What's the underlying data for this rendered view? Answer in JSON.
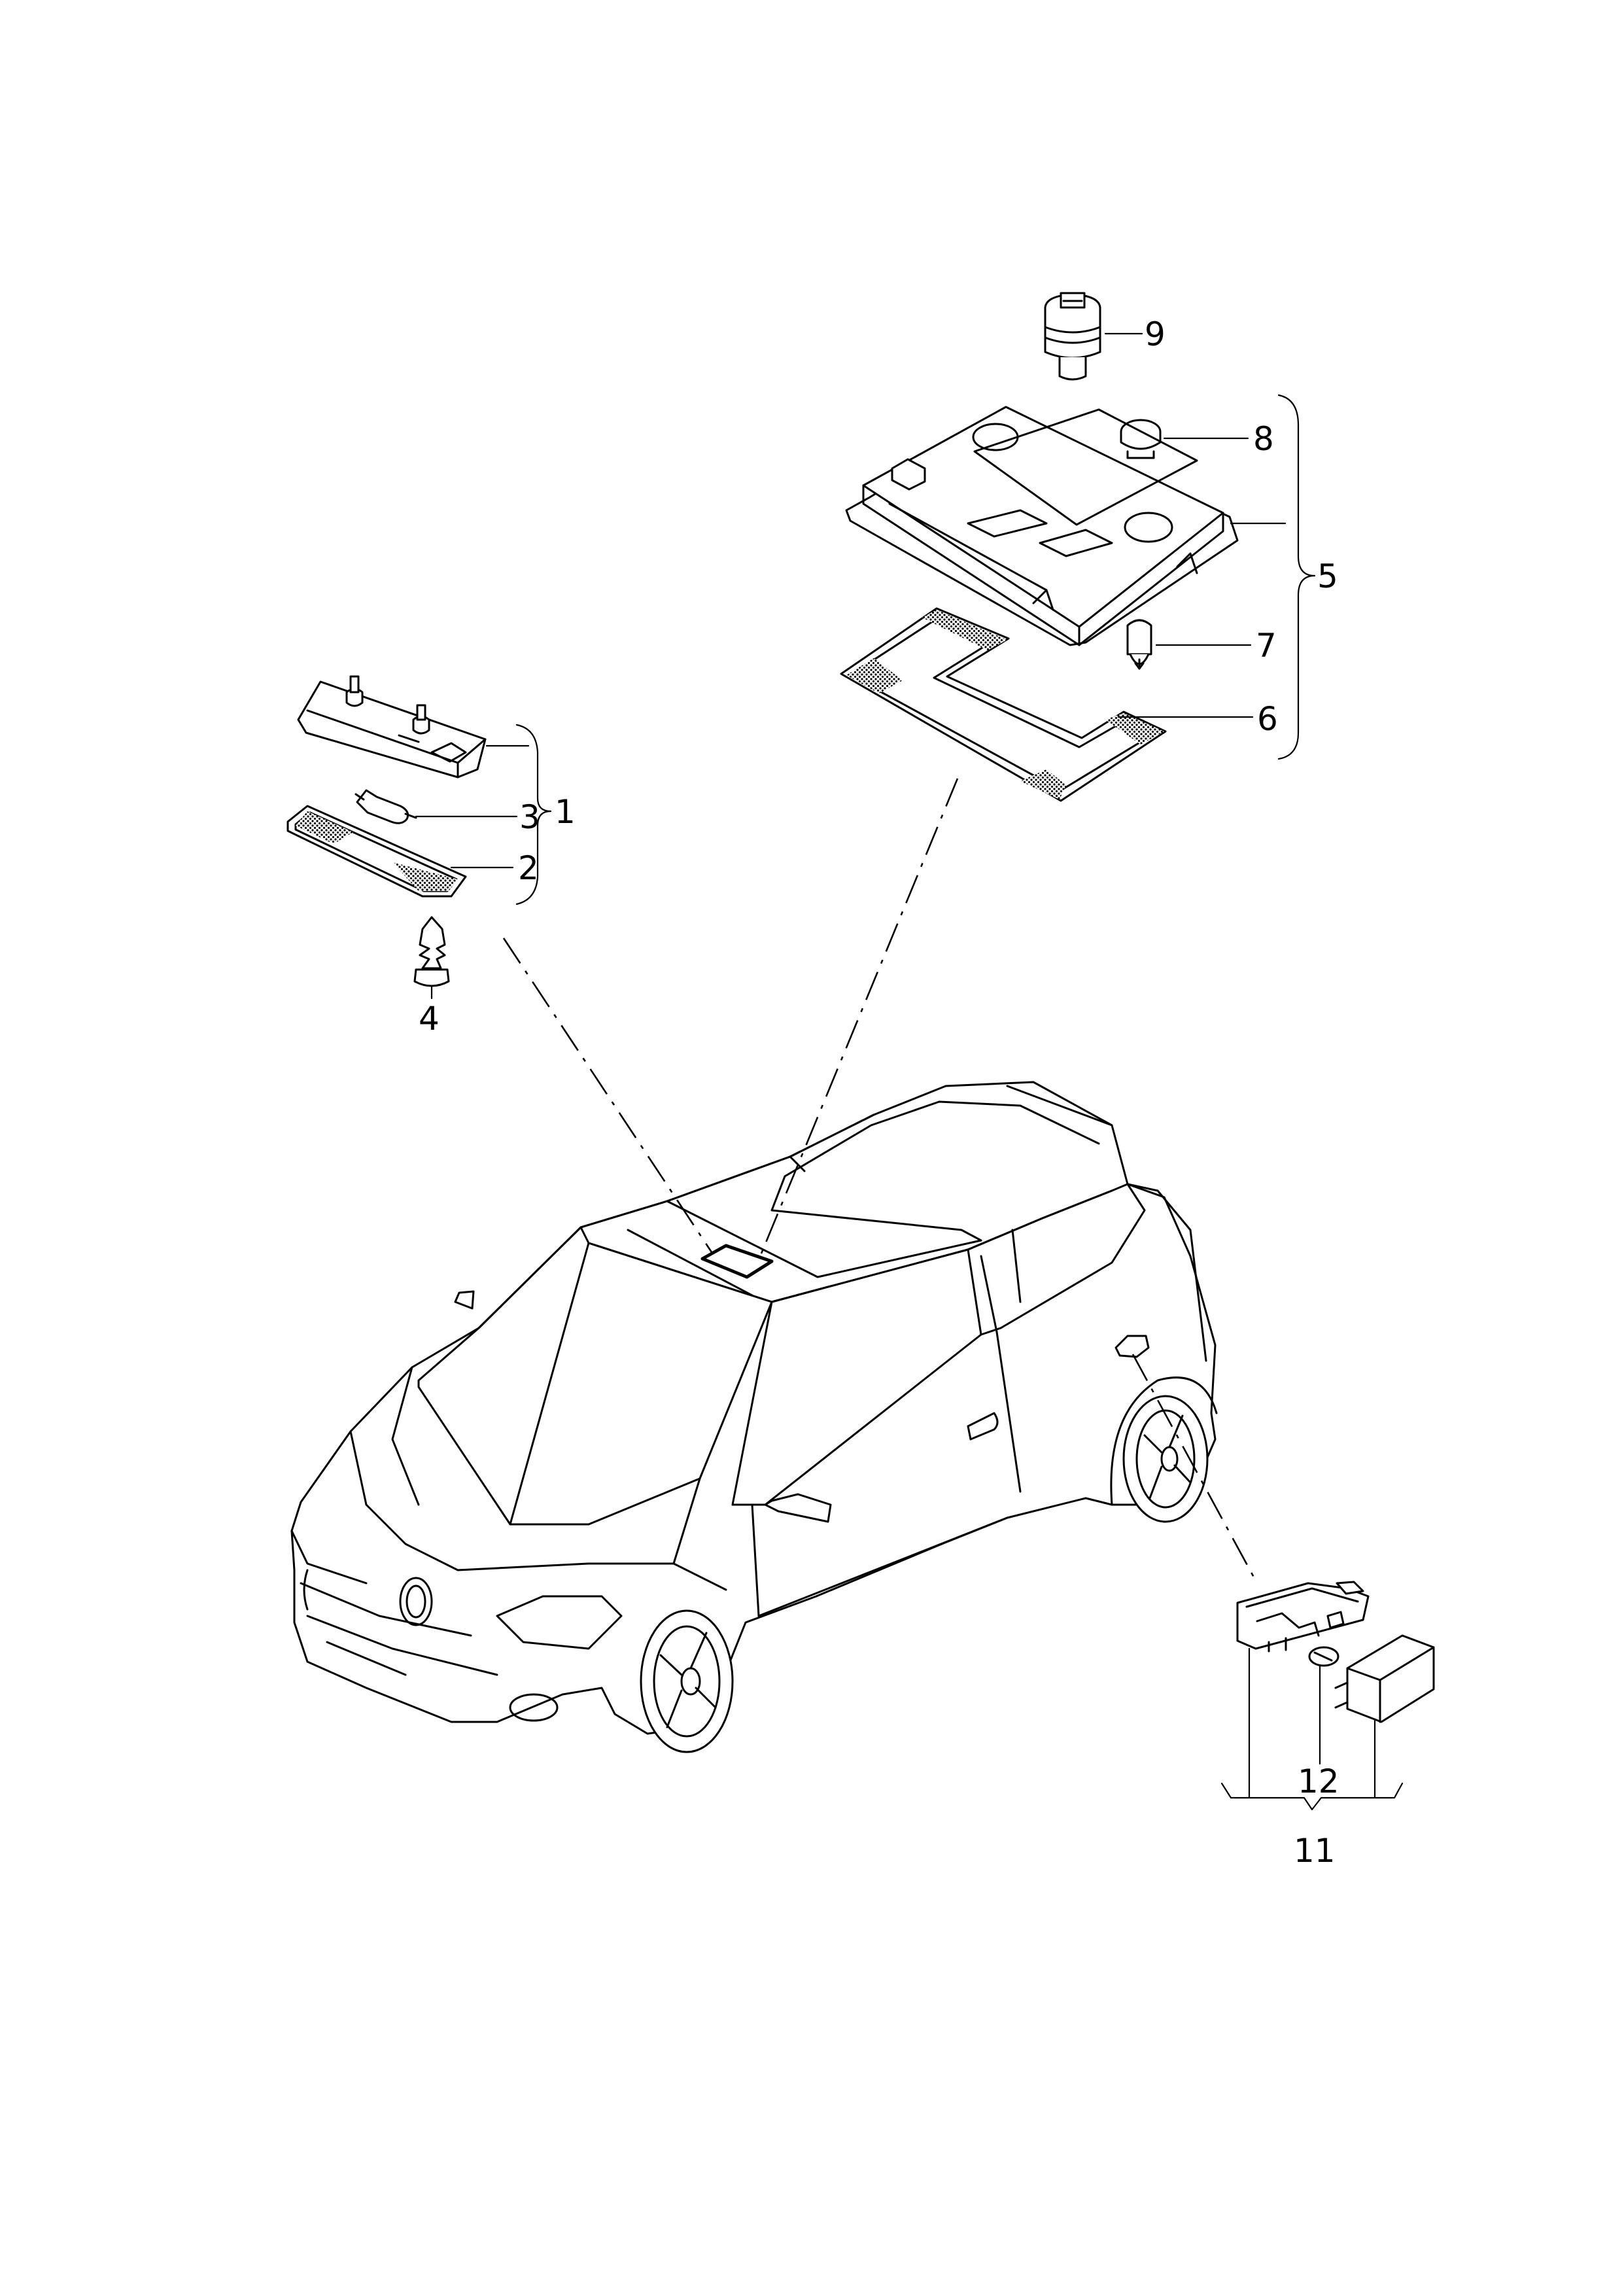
{
  "callouts": {
    "c1": "1",
    "c2": "2",
    "c3": "3",
    "c4": "4",
    "c5": "5",
    "c6": "6",
    "c7": "7",
    "c8": "8",
    "c9": "9",
    "c11": "11",
    "c12": "12"
  },
  "icons": {
    "front_light": "interior-light-unit-icon",
    "bulb": "festoon-bulb-icon",
    "lens": "light-lens-icon",
    "screw": "screw-icon",
    "roof_module": "roof-console-icon",
    "seal": "gasket-icon",
    "wedge_bulb": "wedge-bulb-icon",
    "cap": "cap-icon",
    "sensor": "sensor-icon",
    "door_light": "door-light-icon",
    "car": "car-outline-icon"
  }
}
